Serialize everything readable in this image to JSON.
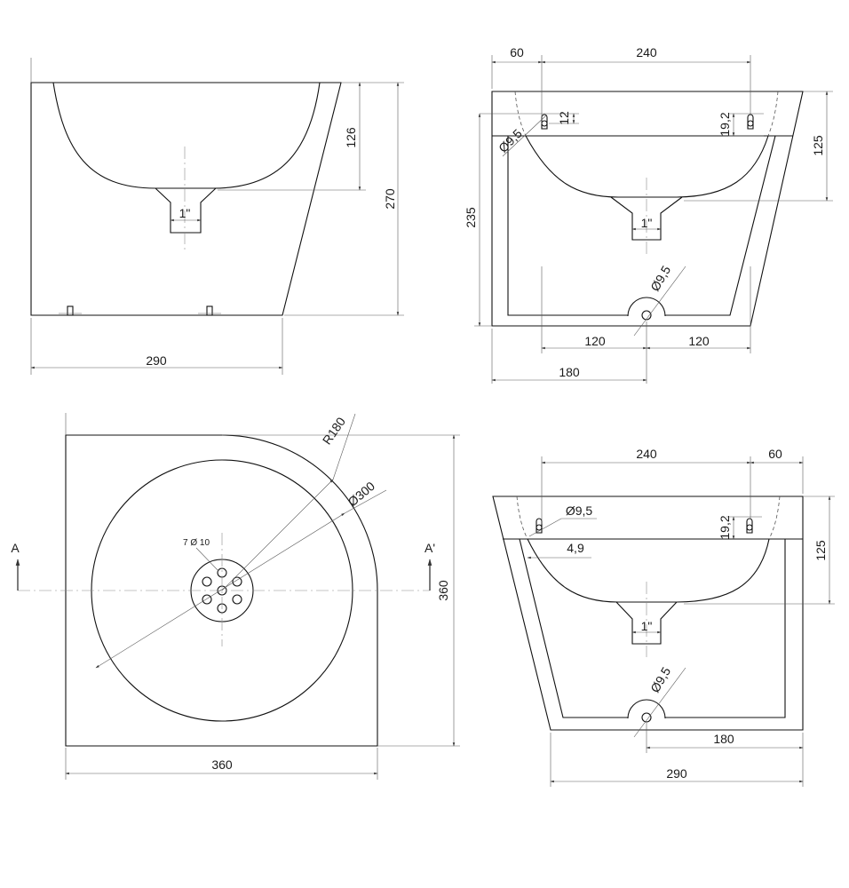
{
  "front_view": {
    "d_width": "290",
    "d_height": "270",
    "d_bowl_depth": "126",
    "d_drain": "1\""
  },
  "side_view_left": {
    "d_wall_offset": "60",
    "d_top_width": "240",
    "d_hole_dia": "Ø9,5",
    "d_hole_drop": "12",
    "d_slot_height": "19,2",
    "d_bowl_depth": "125",
    "d_height": "235",
    "d_drain": "1\"",
    "d_bottom_hole": "Ø9,5",
    "d_left_half": "120",
    "d_right_half": "120",
    "d_center": "180"
  },
  "plan_view": {
    "d_corner_radius": "R180",
    "d_bowl_dia": "Ø300",
    "d_strainer_holes": "7 Ø 10",
    "section_a": "A",
    "section_a_prime": "A'",
    "d_depth": "360",
    "d_width": "360"
  },
  "side_view_right": {
    "d_top_width": "240",
    "d_wall_offset": "60",
    "d_hole_dia": "Ø9,5",
    "d_slot_height": "19,2",
    "d_inset": "4,9",
    "d_bowl_depth": "125",
    "d_drain": "1\"",
    "d_bottom_hole": "Ø9,5",
    "d_center": "180",
    "d_width": "290"
  }
}
